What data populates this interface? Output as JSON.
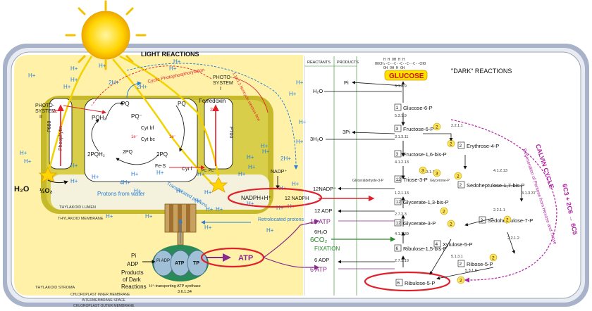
{
  "light": {
    "title": "LIGHT REACTIONS",
    "ps2": [
      "PHOTO-",
      "SYSTEM",
      "II"
    ],
    "ps1": [
      "PHOTO-",
      "SYSTEM",
      "I"
    ],
    "p680": "P680",
    "p700": "P700",
    "pheophytin": "Pheophytin",
    "e2": "2e⁻",
    "e1": "1e⁻",
    "ferredoxin": "Ferredoxin",
    "cyclic": "Cyclic Photophosphorylation",
    "noncyclic": "1.18.1.2 Noncyclic electron flow",
    "pq": "PQ",
    "pq_minus": "PQ⁻",
    "pqh2": "PQH₂",
    "pqh2_2": "2PQH₂",
    "pq2": "2PQ",
    "two_pq": "2PQ",
    "cytbf": "Cyt bf",
    "cytbc": "Cyt bc",
    "fes": "Fe-S",
    "cytf": "Cyt f",
    "pc": "PC",
    "h2o": "H₂O",
    "half_o2": "½O₂",
    "two_h": "2H+",
    "four_h": "4H+",
    "protons_water": "Protons from water",
    "translocated": "Translocated protons",
    "lumen": "THYLAKOID LUMEN",
    "membrane": "THYLAKOID MEMBRANE",
    "stroma": "THYLAKOID STROMA",
    "nadp": "NADP⁺",
    "nadph_h": "NADPH+H⁺",
    "twelve_nadph": "12 NADPH",
    "retro": "Retrolocated protons",
    "hplus": "H+",
    "pi": "Pi",
    "adp": "ADP",
    "products": [
      "Products",
      "of Dark",
      "Reactions"
    ],
    "pi_adp": "Pi ADP",
    "atp": "ATP",
    "tp": "TP",
    "atp_big": "ATP",
    "synthase": "H⁺-transporting ATP synthase",
    "synthase_ec": "3.6.1.34",
    "inner": "CHLOROPLAST INNER MEMBRANE",
    "inter": "INTERMEMBRANE SPACE",
    "outer": "CHLOROPLAST OUTER MEMBRANE"
  },
  "dark": {
    "title": "\"DARK\" REACTIONS",
    "reactants": "REACTANTS",
    "products": "PRODUCTS",
    "glucose": "GLUCOSE",
    "glucose_struct": [
      "H  H  OH  H  H",
      "HOCH₂-C--C--C--C--C--CHO",
      "OH OH  H  OH"
    ],
    "pi": "Pi",
    "h2o": "H₂O",
    "three_pi": "3Pi",
    "three_h2o": "3H₂O",
    "twelve_nadp": "12NADP⁺",
    "twelve_adp": "12 ADP",
    "twelve_atp": "12 ATP",
    "six_h2o": "6H₂O",
    "six_co2": "6CO₂",
    "fixation": "FIXATION",
    "six_atp": "6 ATP",
    "six_adp": "6 ADP",
    "calvin": "CALVIN CYCLE",
    "regen": "Regeneration of Pentose from Hexose and Triose",
    "stoich": "6C3 + 2C6 → 6C5",
    "compounds": [
      {
        "n": "1",
        "name": "Glucose-6-P"
      },
      {
        "n": "3",
        "name": "Fructose-6-P"
      },
      {
        "n": "3",
        "name": "Fructose-1,6-bis-P"
      },
      {
        "n": "12",
        "name": "Triose-3-P"
      },
      {
        "n": "12",
        "name": "Glycerate-1,3-bis-P"
      },
      {
        "n": "12",
        "name": "Glycerate-3-P"
      },
      {
        "n": "6",
        "name": "Ribulose-1,5-bis-P"
      },
      {
        "n": "6",
        "name": "Ribulose-5-P"
      },
      {
        "n": "2",
        "name": "Erythrose-4-P"
      },
      {
        "n": "2",
        "name": "Sedoheptulose-1,7-bis-P"
      },
      {
        "n": "2",
        "name": "Sedoheptulose-7-P"
      },
      {
        "n": "4",
        "name": "Xylulose-5-P"
      },
      {
        "n": "2",
        "name": "Ribose-5-P"
      }
    ],
    "glycerone": "Glycerone-P",
    "glyceraldehyde": "Glyceraldehyde-3-P",
    "ec": [
      "3.1.3.9",
      "5.3.1.9",
      "3.1.3.11",
      "4.1.2.13",
      "5.3.1.1",
      "1.2.1.13",
      "2.7.2.3",
      "4.1.1.39",
      "2.7.1.19",
      "2.2.1.1",
      "4.1.2.13",
      "3.1.3.37",
      "2.2.1.1",
      "2.2.1.2",
      "5.1.3.1",
      "5.3.1.6"
    ],
    "circle_nums": [
      "2",
      "2",
      "3",
      "3",
      "2",
      "2",
      "2",
      "2",
      "2",
      "2"
    ]
  },
  "colors": {
    "outer": "#a8b2c8",
    "yellow": "#fff2a8",
    "thylakoid": "#c6ba2c",
    "lumen": "#f4f2dc",
    "red": "#e0202a",
    "blue": "#2a7fd6",
    "green": "#2a8a2a",
    "purple": "#8a2a8a",
    "magenta": "#b0207a",
    "calvin": "#b020a0"
  }
}
